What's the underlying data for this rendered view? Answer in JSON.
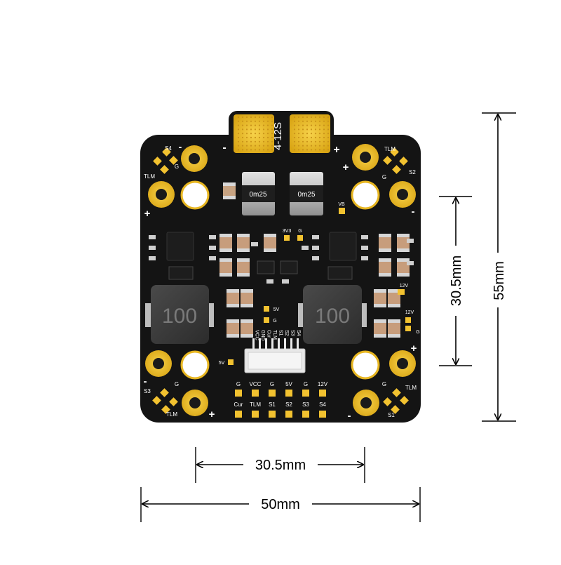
{
  "board": {
    "voltage_label": "4-12S",
    "neg_sign": "-",
    "pos_sign": "+",
    "shunt_label": "0m25",
    "inductor_label": "100",
    "corner_labels": {
      "s4": "S4",
      "tlm": "TLM",
      "g": "G",
      "s2": "S2",
      "s3": "S3",
      "s1": "S1",
      "plus": "+",
      "minus": "-"
    },
    "small_labels": {
      "vb": "VB",
      "v33": "3V3",
      "g": "G",
      "v12": "12V",
      "v5": "5V"
    },
    "connector_labels": [
      "S4",
      "S3",
      "S2",
      "S1",
      "TLM",
      "Cur",
      "GND",
      "VCC"
    ],
    "pad_top_labels": [
      "G",
      "VCC",
      "G",
      "5V",
      "G",
      "12V"
    ],
    "pad_bottom_labels": [
      "Cur",
      "TLM",
      "S1",
      "S2",
      "S3",
      "S4"
    ],
    "colors": {
      "pcb": "#141414",
      "gold": "#f2c230",
      "gold_dark": "#d9a514",
      "silk": "#ffffff",
      "shunt": "#b9b9b9",
      "inductor": "#3d3d3d"
    }
  },
  "dimensions": {
    "height_full": "55mm",
    "height_mount": "30.5mm",
    "width_mount": "30.5mm",
    "width_full": "50mm"
  }
}
